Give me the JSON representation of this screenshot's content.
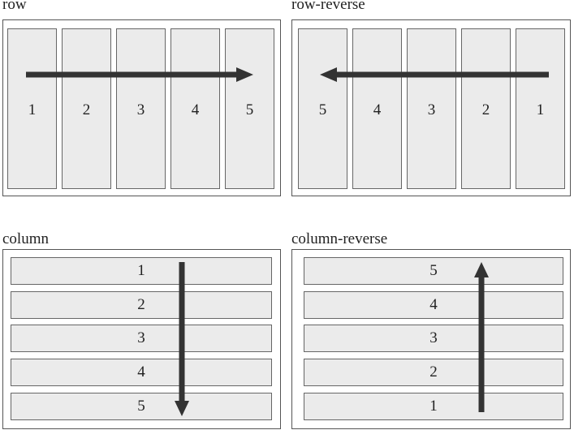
{
  "diagram": {
    "panels": [
      {
        "label": "row",
        "direction": "left-to-right",
        "items": [
          "1",
          "2",
          "3",
          "4",
          "5"
        ]
      },
      {
        "label": "row-reverse",
        "direction": "right-to-left",
        "items": [
          "5",
          "4",
          "3",
          "2",
          "1"
        ]
      },
      {
        "label": "column",
        "direction": "top-to-bottom",
        "items": [
          "1",
          "2",
          "3",
          "4",
          "5"
        ]
      },
      {
        "label": "column-reverse",
        "direction": "bottom-to-top",
        "items": [
          "5",
          "4",
          "3",
          "2",
          "1"
        ]
      }
    ],
    "colors": {
      "item_fill": "#ebebeb",
      "item_border": "#666666",
      "arrow": "#333333",
      "frame_border": "#555555"
    }
  }
}
